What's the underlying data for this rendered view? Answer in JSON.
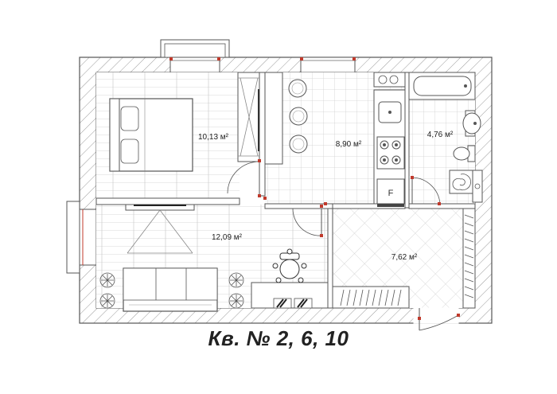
{
  "rooms": {
    "bedroom_area": "10,13 м²",
    "kitchen_area": "8,90 м²",
    "bathroom_area": "4,76 м²",
    "living_area": "12,09 м²",
    "hallway_area": "7,62 м²"
  },
  "appliance_labels": {
    "fridge": "F"
  },
  "caption": "Кв. № 2, 6, 10"
}
